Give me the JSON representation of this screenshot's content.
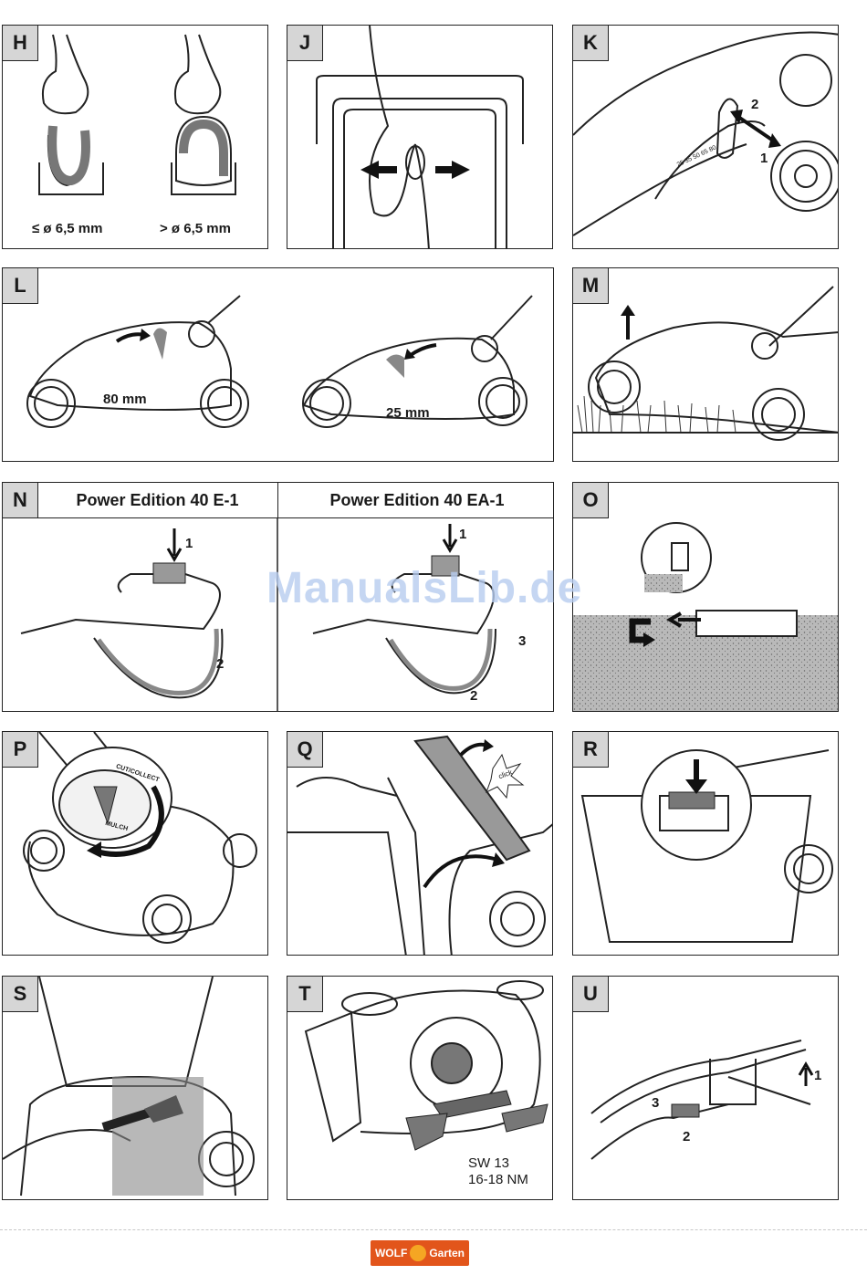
{
  "panels": {
    "h": {
      "letter": "H",
      "label_small": "≤ ø 6,5 mm",
      "label_large": "> ø 6,5 mm"
    },
    "j": {
      "letter": "J"
    },
    "k": {
      "letter": "K",
      "n1": "1",
      "n2": "2",
      "scale": "25 35 50 65 80"
    },
    "l": {
      "letter": "L",
      "height_high": "80 mm",
      "height_low": "25 mm"
    },
    "m": {
      "letter": "M"
    },
    "n": {
      "letter": "N",
      "model_e1": "Power Edition 40 E-1",
      "model_ea1": "Power Edition 40 EA-1",
      "e1_n1": "1",
      "e1_n2": "2",
      "ea1_n1": "1",
      "ea1_n2": "2",
      "ea1_n3": "3"
    },
    "o": {
      "letter": "O"
    },
    "p": {
      "letter": "P",
      "dial_cut": "CUT/COLLECT",
      "dial_mulch": "MULCH"
    },
    "q": {
      "letter": "Q",
      "click": "click"
    },
    "r": {
      "letter": "R"
    },
    "s": {
      "letter": "S"
    },
    "t": {
      "letter": "T",
      "sw_line1": "SW 13",
      "sw_line2": "16-18 NM"
    },
    "u": {
      "letter": "U",
      "n1": "1",
      "n2": "2",
      "n3": "3"
    }
  },
  "watermark": "ManualsLib.de",
  "logo": {
    "left": "WOLF",
    "right": "Garten"
  },
  "colors": {
    "letter_bg": "#d6d6d6",
    "logo_bg": "#e2551b",
    "watermark": "#b7cdf0"
  }
}
